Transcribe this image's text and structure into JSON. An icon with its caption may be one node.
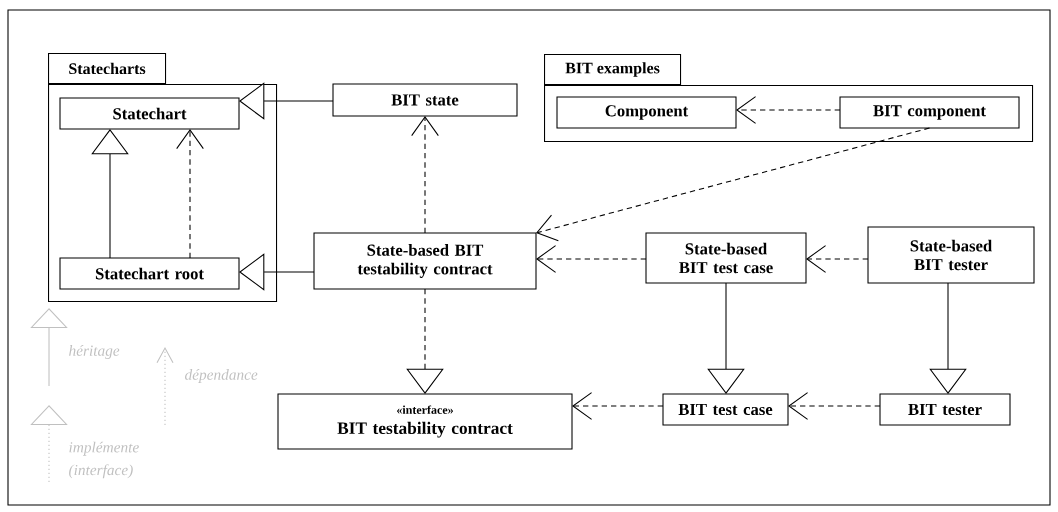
{
  "diagram": {
    "nodes": [
      {
        "text": [
          "Statecharts"
        ]
      },
      {
        "text": [
          "Statechart"
        ],
        "in": 0
      },
      {
        "text": [
          "Statechart root"
        ],
        "in": 0
      },
      {
        "text": [
          "BIT examples"
        ]
      },
      {
        "text": [
          "Component"
        ],
        "in": 3
      },
      {
        "text": [
          "BIT component"
        ],
        "in": 3
      },
      {
        "text": [
          "BIT state"
        ]
      },
      {
        "text": [
          "State-based BIT testability contract"
        ]
      },
      {
        "text": [
          "State-based BIT test case"
        ]
      },
      {
        "text": [
          "State-based BIT tester"
        ]
      },
      {
        "text": [
          "«interface»",
          "BIT testability contract"
        ]
      },
      {
        "text": [
          "BIT test case"
        ]
      },
      {
        "text": [
          "BIT tester"
        ]
      }
    ],
    "edges": [
      {
        "from": 2,
        "to": 1,
        "arrow": "to"
      },
      {
        "from": 2,
        "to": 1,
        "arrow": "to",
        "style": "dashed"
      },
      {
        "from": 6,
        "to": 1,
        "arrow": "to"
      },
      {
        "from": 7,
        "to": 2,
        "arrow": "to"
      },
      {
        "from": 5,
        "to": 4,
        "arrow": "to",
        "style": "dashed"
      },
      {
        "from": 5,
        "to": 7,
        "arrow": "to",
        "style": "dashed"
      },
      {
        "from": 7,
        "to": 6,
        "arrow": "to",
        "style": "dashed"
      },
      {
        "from": 8,
        "to": 7,
        "arrow": "to",
        "style": "dashed"
      },
      {
        "from": 9,
        "to": 8,
        "arrow": "to",
        "style": "dashed"
      },
      {
        "from": 7,
        "to": 10,
        "arrow": "to",
        "style": "dashed"
      },
      {
        "from": 8,
        "to": 11,
        "arrow": "to"
      },
      {
        "from": 9,
        "to": 12,
        "arrow": "to"
      },
      {
        "from": 11,
        "to": 10,
        "arrow": "to",
        "style": "dashed"
      },
      {
        "from": 12,
        "to": 11,
        "arrow": "to",
        "style": "dashed"
      }
    ],
    "legend": [
      {
        "text": "héritage"
      },
      {
        "text": "dépendance"
      },
      {
        "text": "implémente (interface)"
      }
    ]
  }
}
